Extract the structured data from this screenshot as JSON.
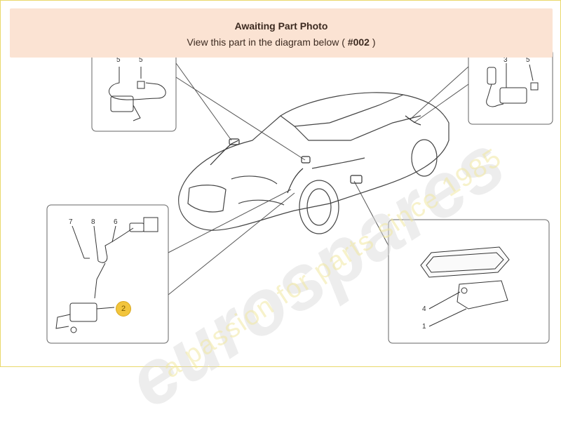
{
  "banner": {
    "title": "Awaiting Part Photo",
    "subtitle_prefix": "View this part in the diagram below ( ",
    "part_ref": "#002",
    "subtitle_suffix": " )"
  },
  "watermark": {
    "logo_text": "eurospares",
    "tagline": "a passion for parts since 1985"
  },
  "callouts": {
    "top_left": [
      "5",
      "5"
    ],
    "top_right": [
      "3",
      "5"
    ],
    "bottom_left": [
      "7",
      "8",
      "6"
    ],
    "highlighted": "2",
    "bottom_right": [
      "4",
      "1"
    ]
  },
  "colors": {
    "banner_bg": "#fbe3d3",
    "highlight": "#f2c53c"
  }
}
